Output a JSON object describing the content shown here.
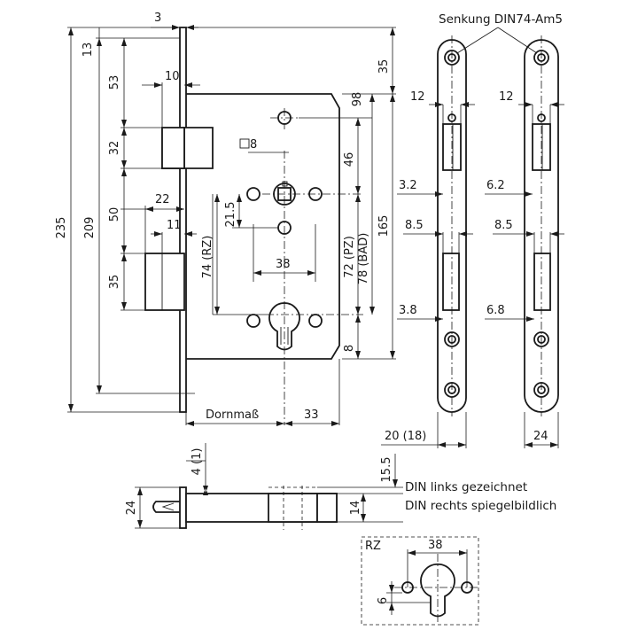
{
  "notes": {
    "countersink": "Senkung DIN74-Am5",
    "din_left": "DIN links gezeichnet",
    "din_right": "DIN rechts spiegelbildlich"
  },
  "front_view": {
    "dim_faceplate_thickness": "3",
    "dim_top_offset": "13",
    "dim_latch_to_top": "53",
    "dim_latch_depth": "10",
    "dim_latch_height": "32",
    "dim_bolt_projection": "22",
    "dim_bolt_face": "11",
    "dim_distance": "50",
    "dim_bolt_height": "35",
    "dim_total_height": "235",
    "dim_case_height": "209",
    "dim_top_to_case": "35",
    "dim_corner": "98",
    "dim_handle_to_top": "46",
    "dim_square": "8",
    "dim_handle_offset": "21.5",
    "dim_rz": "74 (RZ)",
    "dim_pz": "72 (PZ)",
    "dim_bad": "78 (BAD)",
    "dim_case_mid": "165",
    "dim_cylinder_width": "38",
    "dim_cyl_bottom": "8",
    "dim_backset": "Dornmaß",
    "dim_backset_extra": "33"
  },
  "faceplate_left": {
    "dim_width_top": "12",
    "dim_latch_offset": "3.2",
    "dim_bolt_width": "8.5",
    "dim_bolt_offset": "3.8",
    "dim_plate_width": "20 (18)"
  },
  "faceplate_right": {
    "dim_width_top": "12",
    "dim_latch_offset": "6.2",
    "dim_bolt_width": "8.5",
    "dim_bolt_offset": "6.8",
    "dim_plate_width": "24"
  },
  "bottom_view": {
    "dim_lip": "4 (1)",
    "dim_height": "24",
    "dim_right_top": "15.5",
    "dim_right_mid": "14"
  },
  "rz_detail": {
    "label": "RZ",
    "dim_width": "38",
    "dim_height": "6"
  }
}
